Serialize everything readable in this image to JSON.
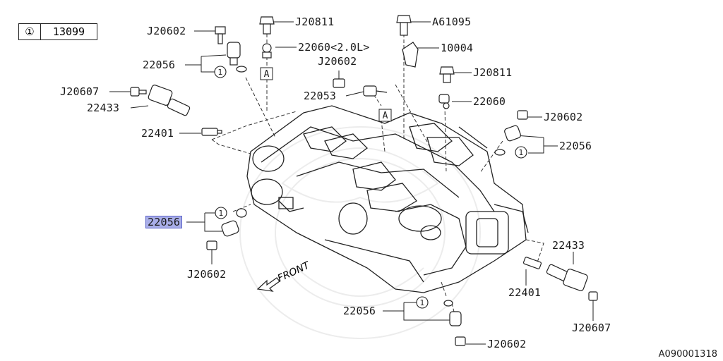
{
  "ref_table": {
    "num": "①",
    "part": "13099"
  },
  "labels": {
    "l_j20602_tl": "J20602",
    "l_j20811_top": "J20811",
    "l_a61095": "A61095",
    "l_22056_ul": "22056",
    "l_22060_20l": "22060<2.0L>",
    "l_10004": "10004",
    "l_j20602_mid": "J20602",
    "l_j20811_r": "J20811",
    "l_j20607_l": "J20607",
    "l_22053": "22053",
    "l_22060_r": "22060",
    "l_22433_l": "22433",
    "l_j20602_r": "J20602",
    "l_22401_l": "22401",
    "l_22056_r": "22056",
    "l_22056_sel": "22056",
    "l_j20602_bl": "J20602",
    "l_22433_r": "22433",
    "l_22401_r": "22401",
    "l_22056_bot": "22056",
    "l_j20607_r": "J20607",
    "l_j20602_bot": "J20602"
  },
  "markers": {
    "a": "A"
  },
  "circle_num": "1",
  "front": "FRONT",
  "diagram_id": "A090001318"
}
